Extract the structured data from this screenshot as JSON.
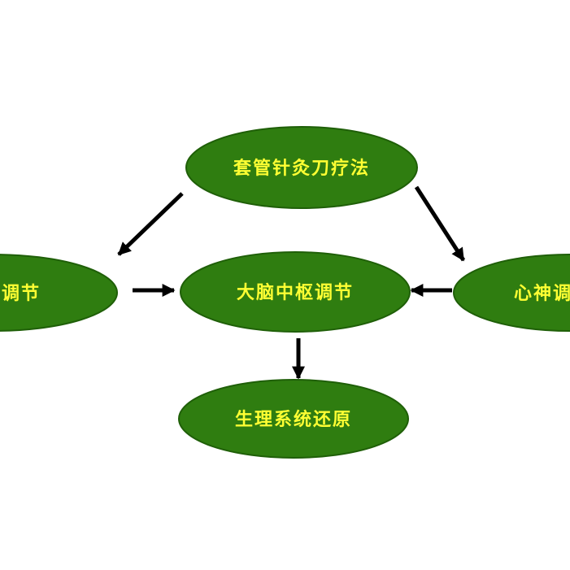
{
  "diagram": {
    "nodes": {
      "top": "套管针灸刀疗法",
      "left": "调节",
      "center": "大脑中枢调节",
      "right": "心神调",
      "bottom": "生理系统还原"
    },
    "colors": {
      "node_fill": "#2f7d10",
      "node_stroke": "#1f5f08",
      "node_text": "#ffff33",
      "arrow": "#000000"
    }
  }
}
